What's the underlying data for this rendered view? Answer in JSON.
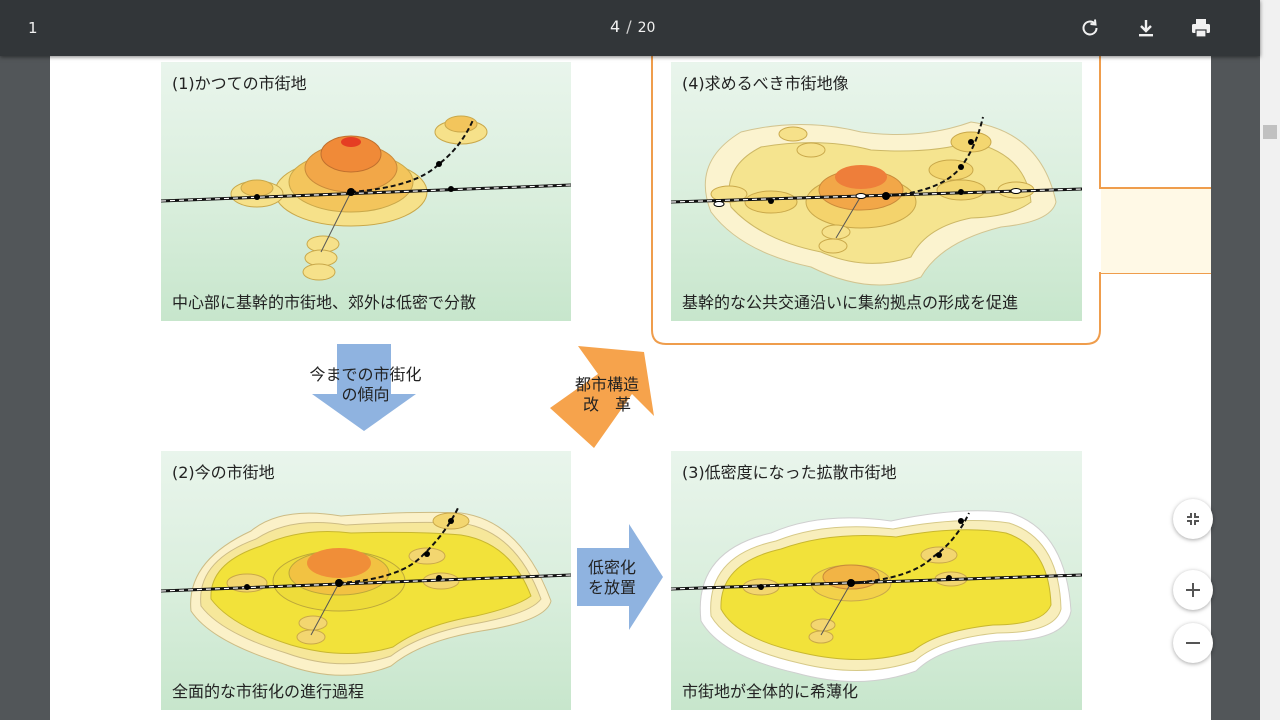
{
  "toolbar": {
    "title": "1",
    "current_page": "4",
    "separator": "/",
    "total_pages": "20",
    "rotate_icon": "rotate-icon",
    "download_icon": "download-icon",
    "print_icon": "print-icon"
  },
  "panels": {
    "p1": {
      "title": "(1)かつての市街地",
      "caption": "中心部に基幹的市街地、郊外は低密で分散"
    },
    "p2": {
      "title": "(2)今の市街地",
      "caption": "全面的な市街化の進行過程"
    },
    "p3": {
      "title": "(3)低密度になった拡散市街地",
      "caption": "市街地が全体的に希薄化"
    },
    "p4": {
      "title": "(4)求めるべき市街地像",
      "caption": "基幹的な公共交通沿いに集約拠点の形成を促進"
    }
  },
  "arrows": {
    "trend_line1": "今までの市街化",
    "trend_line2": "の傾向",
    "reform_line1": "都市構造",
    "reform_line2": "改　革",
    "lowdensity_line1": "低密化",
    "lowdensity_line2": "を放置"
  },
  "controls": {
    "fit_icon": "fit-to-page-icon",
    "zoom_in_icon": "zoom-in-icon",
    "zoom_out_icon": "zoom-out-icon"
  },
  "colors": {
    "toolbar_bg": "#323639",
    "viewer_bg": "#525659",
    "panel_green": "#d9eedc",
    "accent_orange": "#f0a14a",
    "arrow_blue": "#8fb3e0",
    "sprawl_yellow": "#f2e23a"
  }
}
